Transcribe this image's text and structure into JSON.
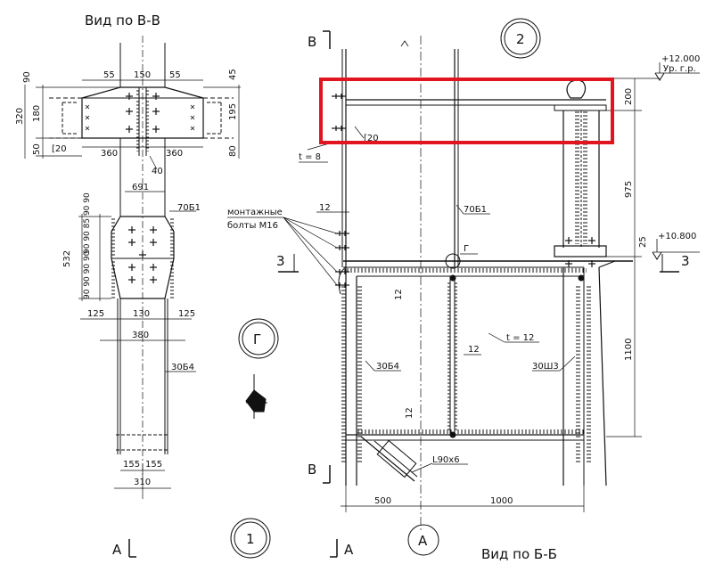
{
  "titles": {
    "view_vv": "Вид по В-В",
    "view_bb": "Вид по Б-Б"
  },
  "bubbles": {
    "node_2": "2",
    "node_1": "1",
    "node_g": "Г",
    "axis_a": "А"
  },
  "section_marks": {
    "v_top": "В",
    "v_bottom": "В",
    "three_left": "3",
    "three_right": "3",
    "a_left": "А",
    "a_right": "А"
  },
  "left_view": {
    "dim_90": "90",
    "dim_320": "320",
    "dim_180": "180",
    "dim_50": "50",
    "dim_55_left": "55",
    "dim_150": "150",
    "dim_55_right": "55",
    "dim_45": "45",
    "dim_195": "195",
    "dim_80": "80",
    "channel": "[20",
    "dim_360_left": "360",
    "dim_360_right": "360",
    "dim_40": "40",
    "dim_691": "691",
    "beam_top": "70Б1",
    "dim_532": "532",
    "dim_stack_top": "90 90 85 90 90",
    "dim_stack_bottom": "90 90 90 90",
    "dim_125_left": "125",
    "dim_130": "130",
    "dim_125_right": "125",
    "dim_380": "380",
    "beam_bottom": "30Б4",
    "dim_155_left": "155",
    "dim_155_right": "155",
    "dim_310": "310"
  },
  "right_view": {
    "elev_top": "+12.000",
    "elev_top_note": "Ур. г.р.",
    "dim_200": "200",
    "channel": "[20",
    "plate": "t = 8",
    "dim_975": "975",
    "dim_12_top": "12",
    "beam_top": "70Б1",
    "bolts_note_1": "монтажные",
    "bolts_note_2": "болты М16",
    "node_ref": "Г",
    "dim_25": "25",
    "elev_mid": "+10.800",
    "dim_12_mid": "12",
    "dim_12_web": "12",
    "plate_main": "t = 12",
    "beam_mid": "30Б4",
    "beam_right": "30Ш3",
    "dim_1100": "1100",
    "dim_12_low": "12",
    "angle": "L90x6",
    "dim_500": "500",
    "dim_1000": "1000"
  },
  "highlight_color": "#e0151f",
  "line_color": "#111111"
}
